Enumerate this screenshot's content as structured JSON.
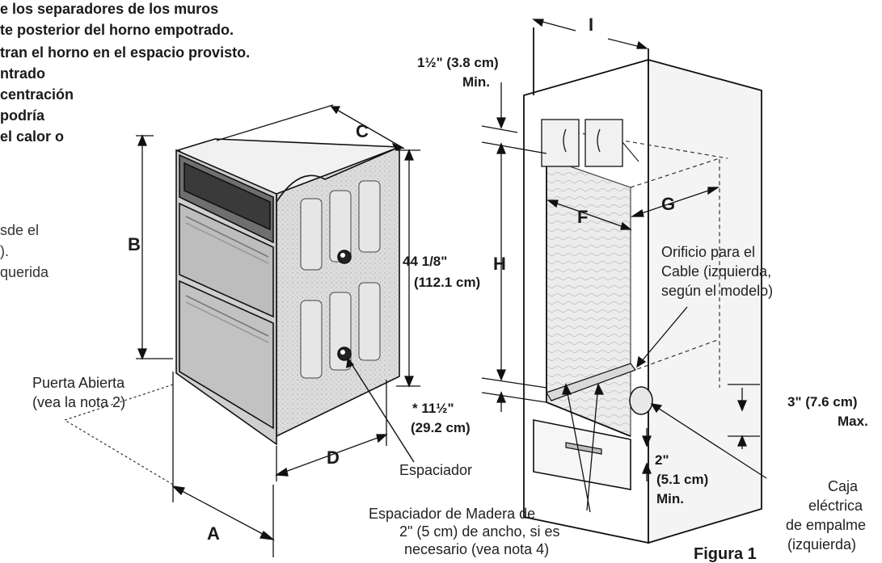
{
  "intro_lines": [
    "e los separadores de los muros",
    "te posterior del horno empotrado.",
    "tran el horno en el espacio provisto.",
    "ntrado",
    "centración",
    "podría",
    "el calor o"
  ],
  "side_note_lines": [
    "sde el",
    ").",
    "querida"
  ],
  "letters": {
    "A": "A",
    "B": "B",
    "C": "C",
    "D": "D",
    "F": "F",
    "G": "G",
    "H": "H",
    "I": "I"
  },
  "dims": {
    "height_a": "44 1/8\"",
    "height_b": "(112.1 cm)",
    "top_a": "1½\" (3.8 cm)",
    "top_b": "Min.",
    "bottom_a": "* 11½\"",
    "bottom_b": "(29.2 cm)",
    "right_a": "3\" (7.6 cm)",
    "right_b": "Max.",
    "spacer_a": "2\"",
    "spacer_b": "(5.1 cm)",
    "spacer_c": "Min."
  },
  "callouts": {
    "door_open": [
      "Puerta Abierta",
      "(vea la nota 2)"
    ],
    "spacer": "Espaciador",
    "wood_spacer": [
      "Espaciador de Madera de",
      "2\" (5 cm) de ancho, si es",
      "necesario (vea nota 4)"
    ],
    "cable_hole": [
      "Orificio para el",
      "Cable (izquierda,",
      "según el modelo)"
    ],
    "junction_box": [
      "Caja",
      "eléctrica",
      "de empalme",
      "(izquierda)"
    ],
    "figure": "Figura 1"
  }
}
